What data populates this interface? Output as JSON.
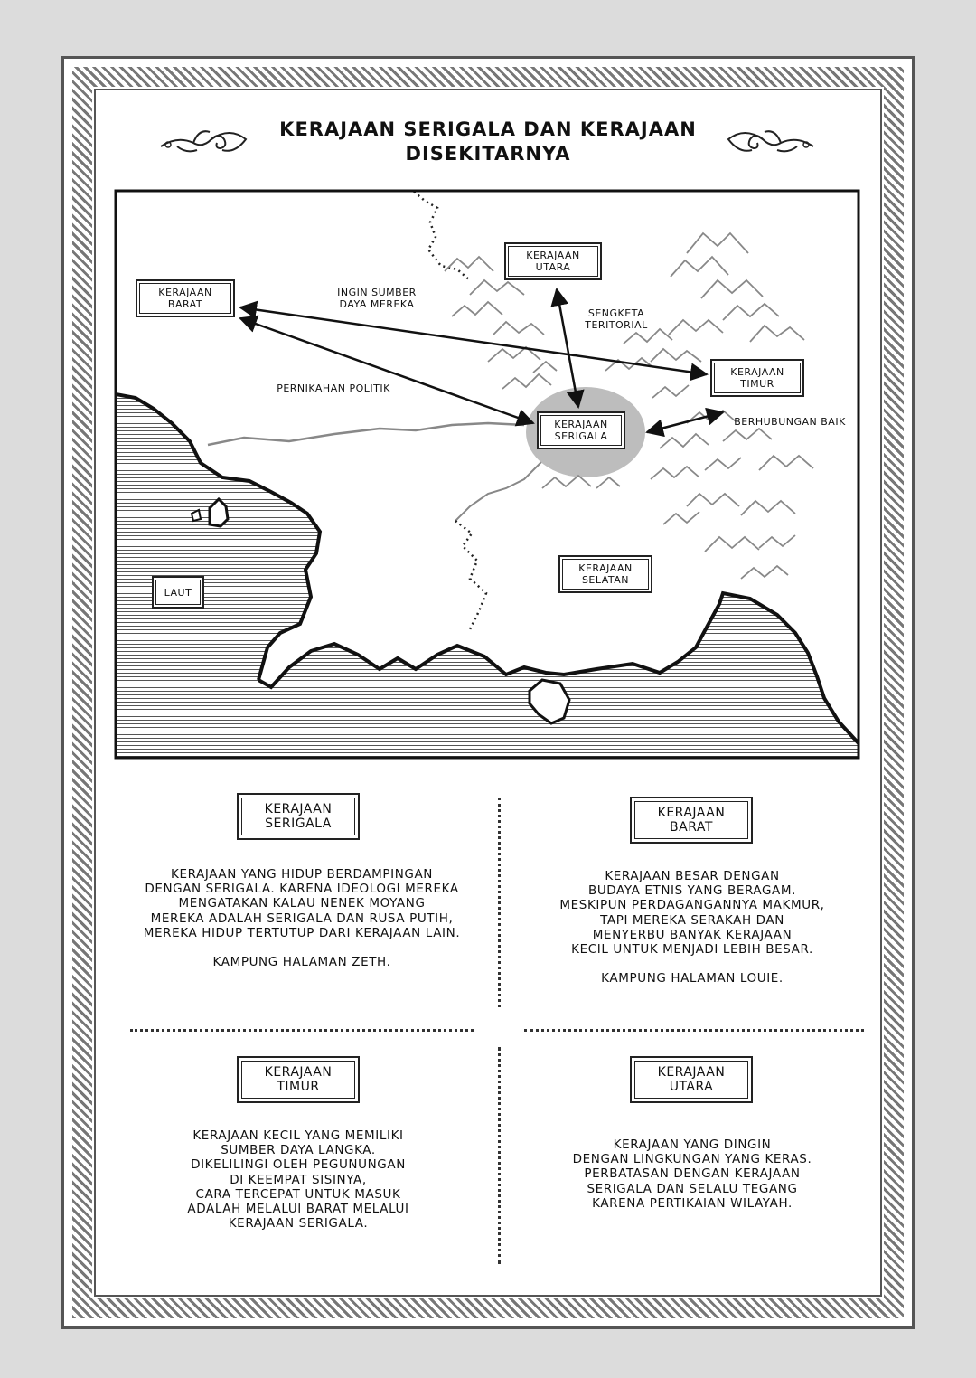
{
  "title": "KERAJAAN SERIGALA DAN KERAJAAN DISEKITARNYA",
  "map": {
    "labels": {
      "barat": "KERAJAAN\nBARAT",
      "utara": "KERAJAAN\nUTARA",
      "timur": "KERAJAAN\nTIMUR",
      "serigala": "KERAJAAN\nSERIGALA",
      "selatan": "KERAJAAN\nSELATAN",
      "laut": "LAUT"
    },
    "annotations": {
      "ingin_sumber": "INGIN SUMBER\nDAYA MEREKA",
      "sengketa": "SENGKETA\nTERITORIAL",
      "pernikahan": "PERNIKAHAN POLITIK",
      "berhubungan": "BERHUBUNGAN BAIK"
    }
  },
  "sections": {
    "serigala": {
      "title": "KERAJAAN\nSERIGALA",
      "text": "KERAJAAN YANG HIDUP BERDAMPINGAN\nDENGAN SERIGALA. KARENA IDEOLOGI MEREKA\nMENGATAKAN KALAU NENEK MOYANG\nMEREKA ADALAH SERIGALA DAN RUSA PUTIH,\nMEREKA HIDUP TERTUTUP DARI KERAJAAN LAIN.\n\nKAMPUNG HALAMAN ZETH."
    },
    "barat": {
      "title": "KERAJAAN\nBARAT",
      "text": "KERAJAAN BESAR DENGAN\nBUDAYA ETNIS YANG BERAGAM.\nMESKIPUN PERDAGANGANNYA MAKMUR,\nTAPI MEREKA SERAKAH DAN\nMENYERBU BANYAK KERAJAAN\nKECIL UNTUK MENJADI LEBIH BESAR.\n\nKAMPUNG HALAMAN LOUIE."
    },
    "timur": {
      "title": "KERAJAAN\nTIMUR",
      "text": "KERAJAAN KECIL YANG MEMILIKI\nSUMBER DAYA LANGKA.\nDIKELILINGI OLEH PEGUNUNGAN\nDI KEEMPAT SISINYA,\nCARA TERCEPAT UNTUK MASUK\nADALAH MELALUI BARAT MELALUI\nKERAJAAN SERIGALA."
    },
    "utara": {
      "title": "KERAJAAN\nUTARA",
      "text": "KERAJAAN YANG DINGIN\nDENGAN LINGKUNGAN YANG KERAS.\nPERBATASAN DENGAN KERAJAAN\nSERIGALA DAN SELALU TEGANG\nKARENA PERTIKAIAN WILAYAH."
    }
  }
}
